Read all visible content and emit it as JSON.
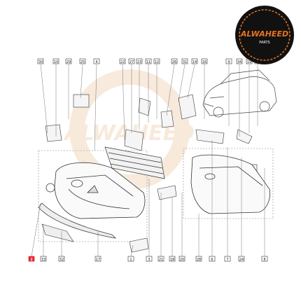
{
  "brand": {
    "name": "ALWAHEED",
    "tagline": "PARTS",
    "accent": "#e8731e",
    "badge_bg": "#111111"
  },
  "watermark": {
    "text": "ALWAHEED",
    "color": "#f3d9bf"
  },
  "diagram": {
    "highlight_color": "#e8212b",
    "top_labels": [
      "30",
      "10",
      "29",
      "25",
      "4",
      "22",
      "27",
      "23",
      "11",
      "12",
      "26",
      "31",
      "14",
      "16",
      "9",
      "34",
      "19",
      "13"
    ],
    "bottom_labels": [
      "2",
      "33",
      "32",
      "17",
      "1",
      "3",
      "21",
      "18",
      "20",
      "28",
      "6",
      "7",
      "24",
      "8"
    ],
    "highlighted_label": "2"
  }
}
